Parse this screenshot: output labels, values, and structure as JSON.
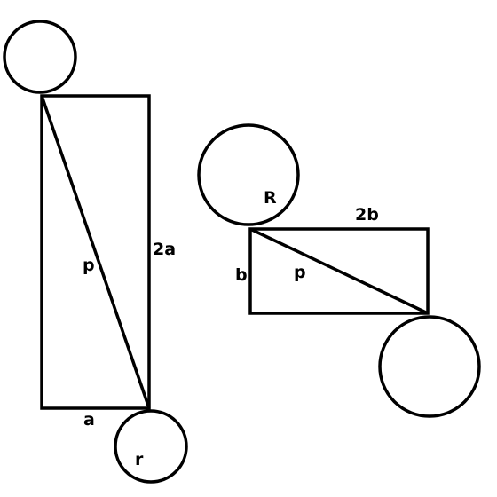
{
  "colors": {
    "stroke": "#000000",
    "background": "#ffffff"
  },
  "left_figure": {
    "diagonal_label": "p",
    "height_label": "2a",
    "width_label": "a",
    "circle_label": "r"
  },
  "right_figure": {
    "circle_label": "R",
    "width_label": "2b",
    "height_label": "b",
    "diagonal_label": "p"
  }
}
